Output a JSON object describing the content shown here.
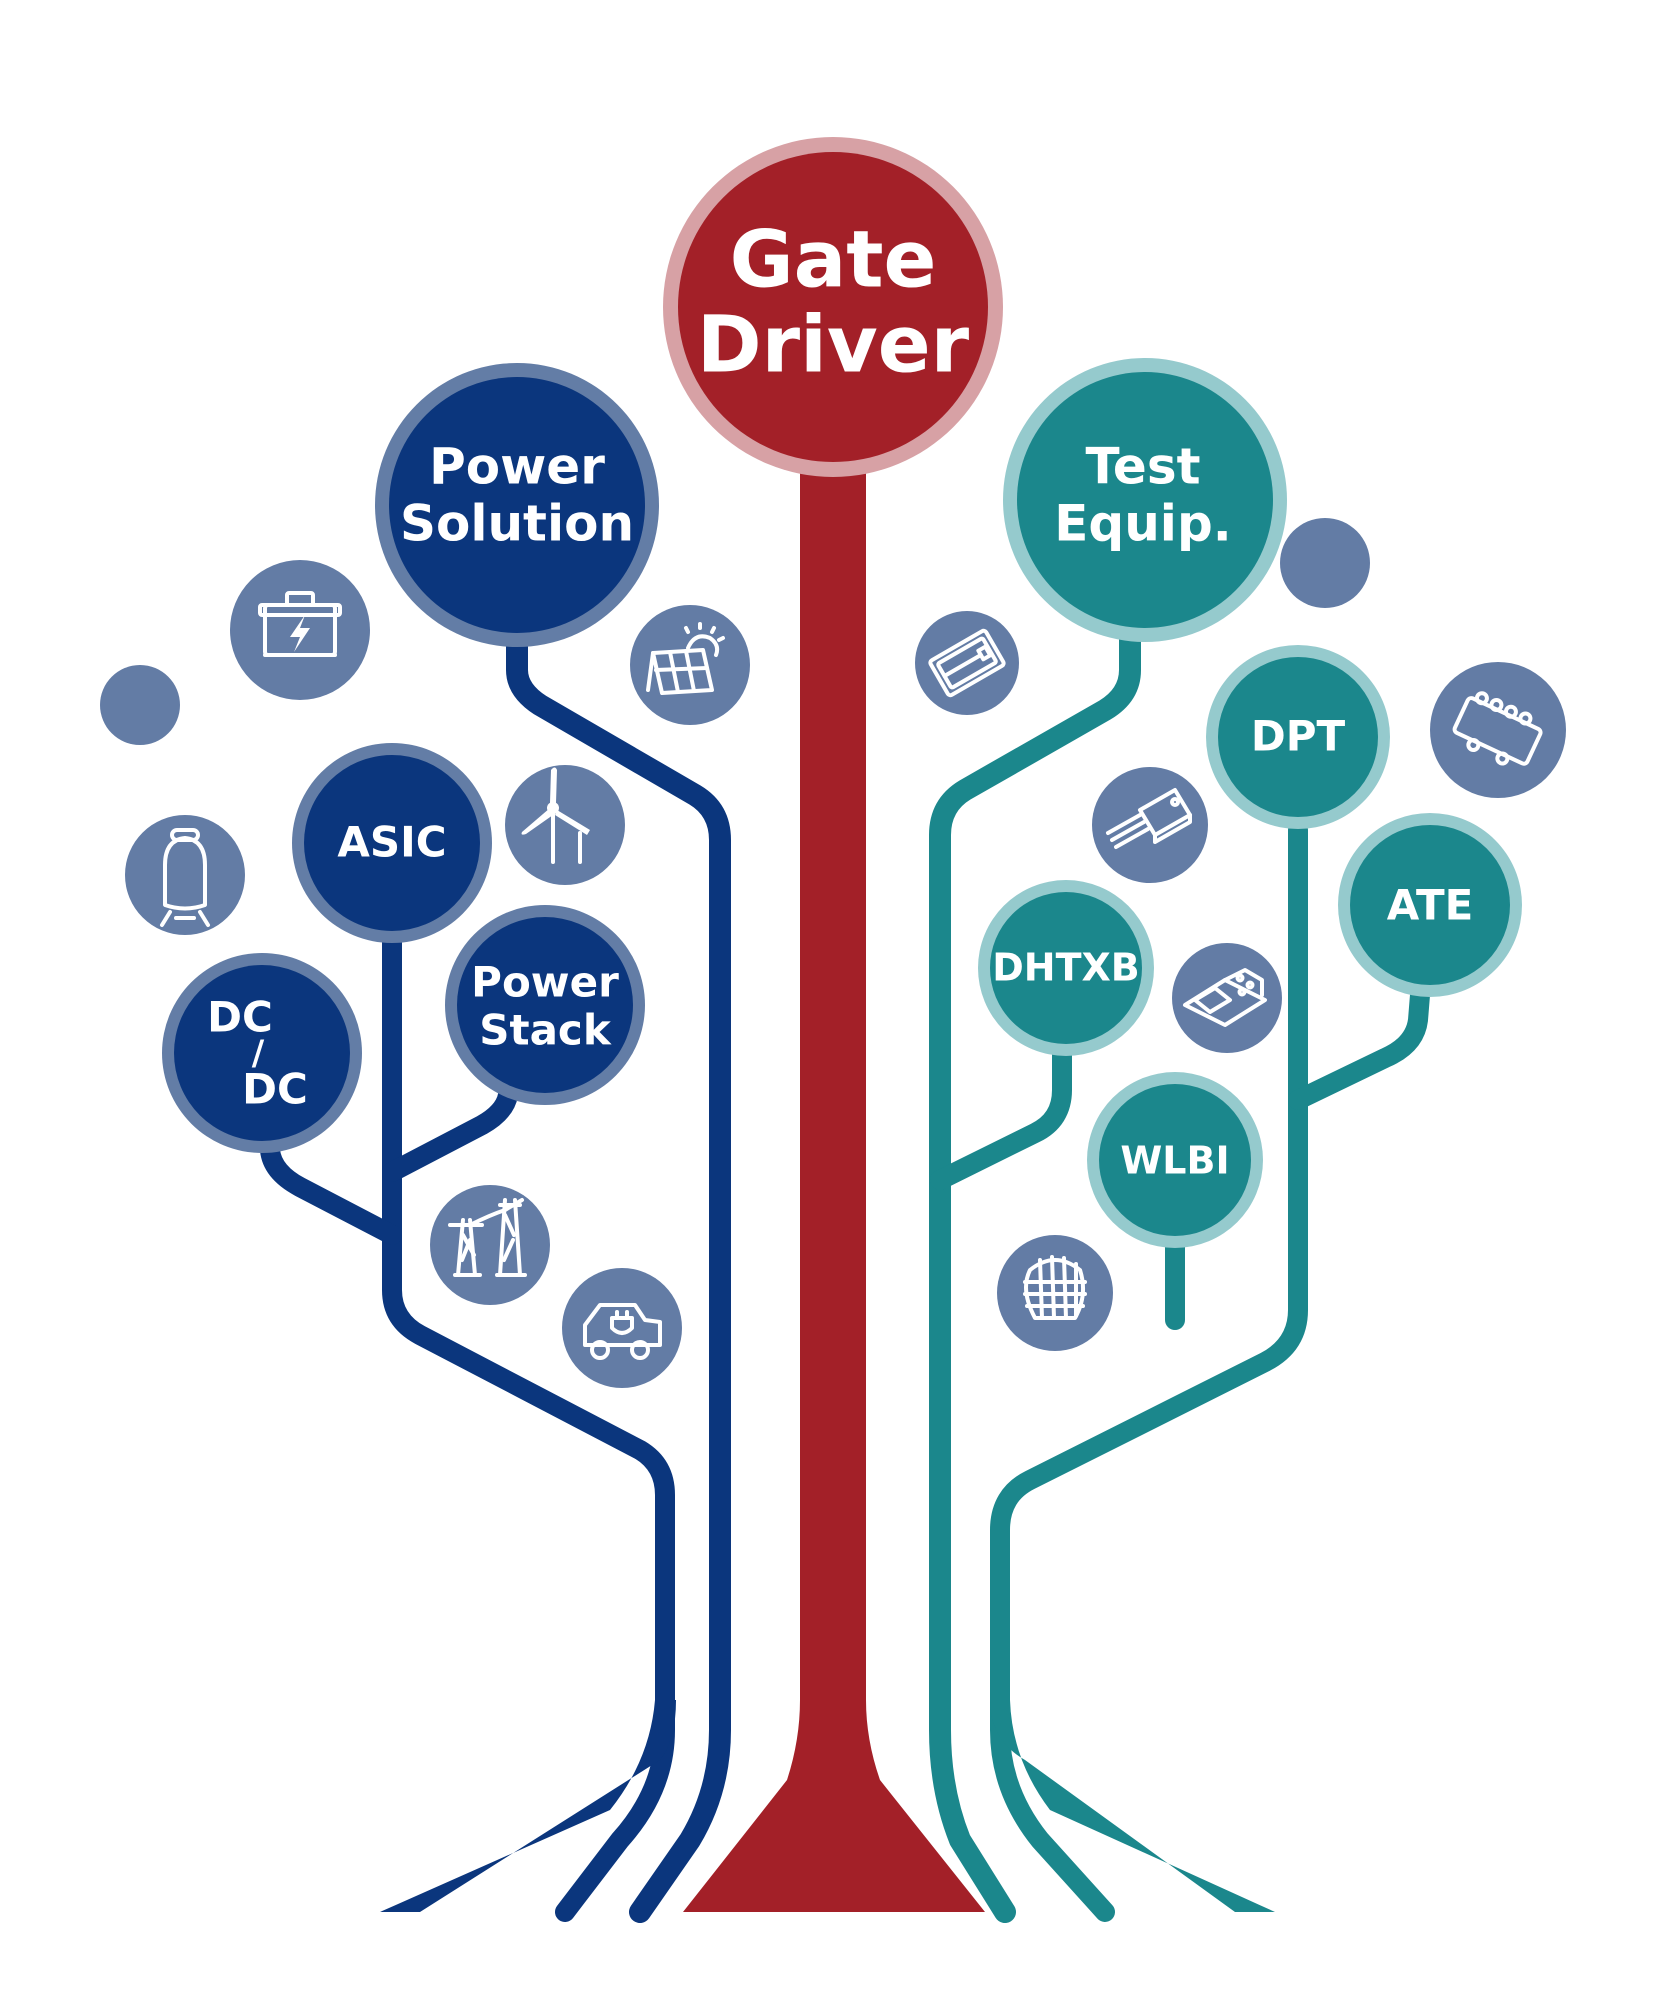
{
  "colors": {
    "gate_driver_fill": "#A32028",
    "gate_driver_ring": "#D7A1A5",
    "power_fill": "#0B367D",
    "power_ring": "#637DA6",
    "test_fill": "#1B878C",
    "test_ring": "#95CACD",
    "icon_bubble": "#637CA5",
    "background": "#FFFFFF"
  },
  "root": {
    "line1": "Gate",
    "line2": "Driver"
  },
  "power_branch": {
    "title": {
      "line1": "Power",
      "line2": "Solution"
    },
    "nodes": {
      "asic": "ASIC",
      "power_stack": {
        "line1": "Power",
        "line2": "Stack"
      },
      "dcdc": {
        "line1": "DC",
        "line2": "/",
        "line3": "DC"
      }
    },
    "icons": [
      "battery-icon",
      "railway-train-icon",
      "wind-turbine-icon",
      "solar-panel-icon",
      "power-transmission-tower-icon",
      "electric-vehicle-icon"
    ]
  },
  "test_branch": {
    "title": {
      "line1": "Test",
      "line2": "Equip."
    },
    "nodes": {
      "dpt": "DPT",
      "ate": "ATE",
      "dhtxb": "DHTXB",
      "wlbi": "WLBI"
    },
    "icons": [
      "probe-card-icon",
      "to247-transistor-icon",
      "power-module-icon",
      "driver-board-icon",
      "silicon-wafer-icon"
    ]
  }
}
